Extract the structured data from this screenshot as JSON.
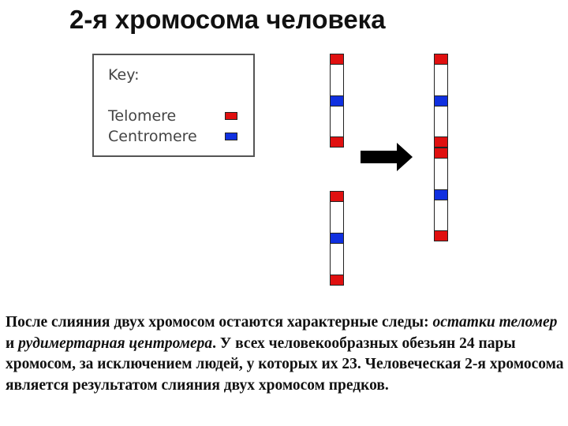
{
  "title": "2-я хромосома человека",
  "key": {
    "title": "Key:",
    "items": [
      {
        "label": "Telomere",
        "color": "#e01010"
      },
      {
        "label": "Centromere",
        "color": "#1030e0"
      }
    ]
  },
  "colors": {
    "telomere": "#e01010",
    "centromere": "#1030e0",
    "arrow": "#000000"
  },
  "caption": {
    "part1": "После слияния двух хромосом остаются характерные следы: ",
    "italic1": "остатки теломер",
    "part2": " и ",
    "italic2": "рудимертарная центромера",
    "part3": ". У всех человекообразных обезьян 24 пары хромосом, за исключением людей, у которых их 23. Человеческая 2-я хромосома является результатом слияния двух хромосом предков."
  },
  "arrow_icon": "right-arrow-icon"
}
